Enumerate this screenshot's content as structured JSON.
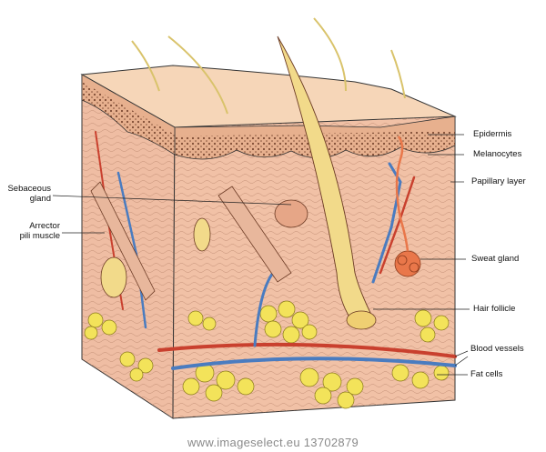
{
  "labels": {
    "epidermis": "Epidermis",
    "melanocytes": "Melanocytes",
    "papillary_layer": "Papillary layer",
    "sweat_gland": "Sweat gland",
    "hair_follicle": "Hair follicle",
    "blood_vessels": "Blood vessels",
    "fat_cells": "Fat cells",
    "sebaceous_gland_line1": "Sebaceous",
    "sebaceous_gland_line2": "gland",
    "arrector_line1": "Arrector",
    "arrector_line2": "pili muscle"
  },
  "watermark": "www.imageselect.eu 13702879",
  "colors": {
    "skin": "#f2c4a4",
    "dermis": "#f0bfa6",
    "pigment": "#b5744e",
    "hair": "#f2da8a",
    "fat": "#f3e35a",
    "artery": "#c9402e",
    "vein": "#4a7cc0",
    "sweat_gland": "#e9774a"
  }
}
